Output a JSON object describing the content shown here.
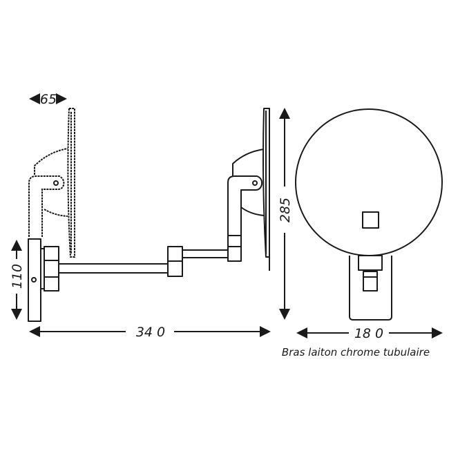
{
  "dimensions": {
    "mirror_depth": "65",
    "wall_plate_height": "110",
    "total_extension": "34 0",
    "total_height": "285",
    "mirror_width": "18 0"
  },
  "caption": "Bras laiton chrome tubulaire"
}
